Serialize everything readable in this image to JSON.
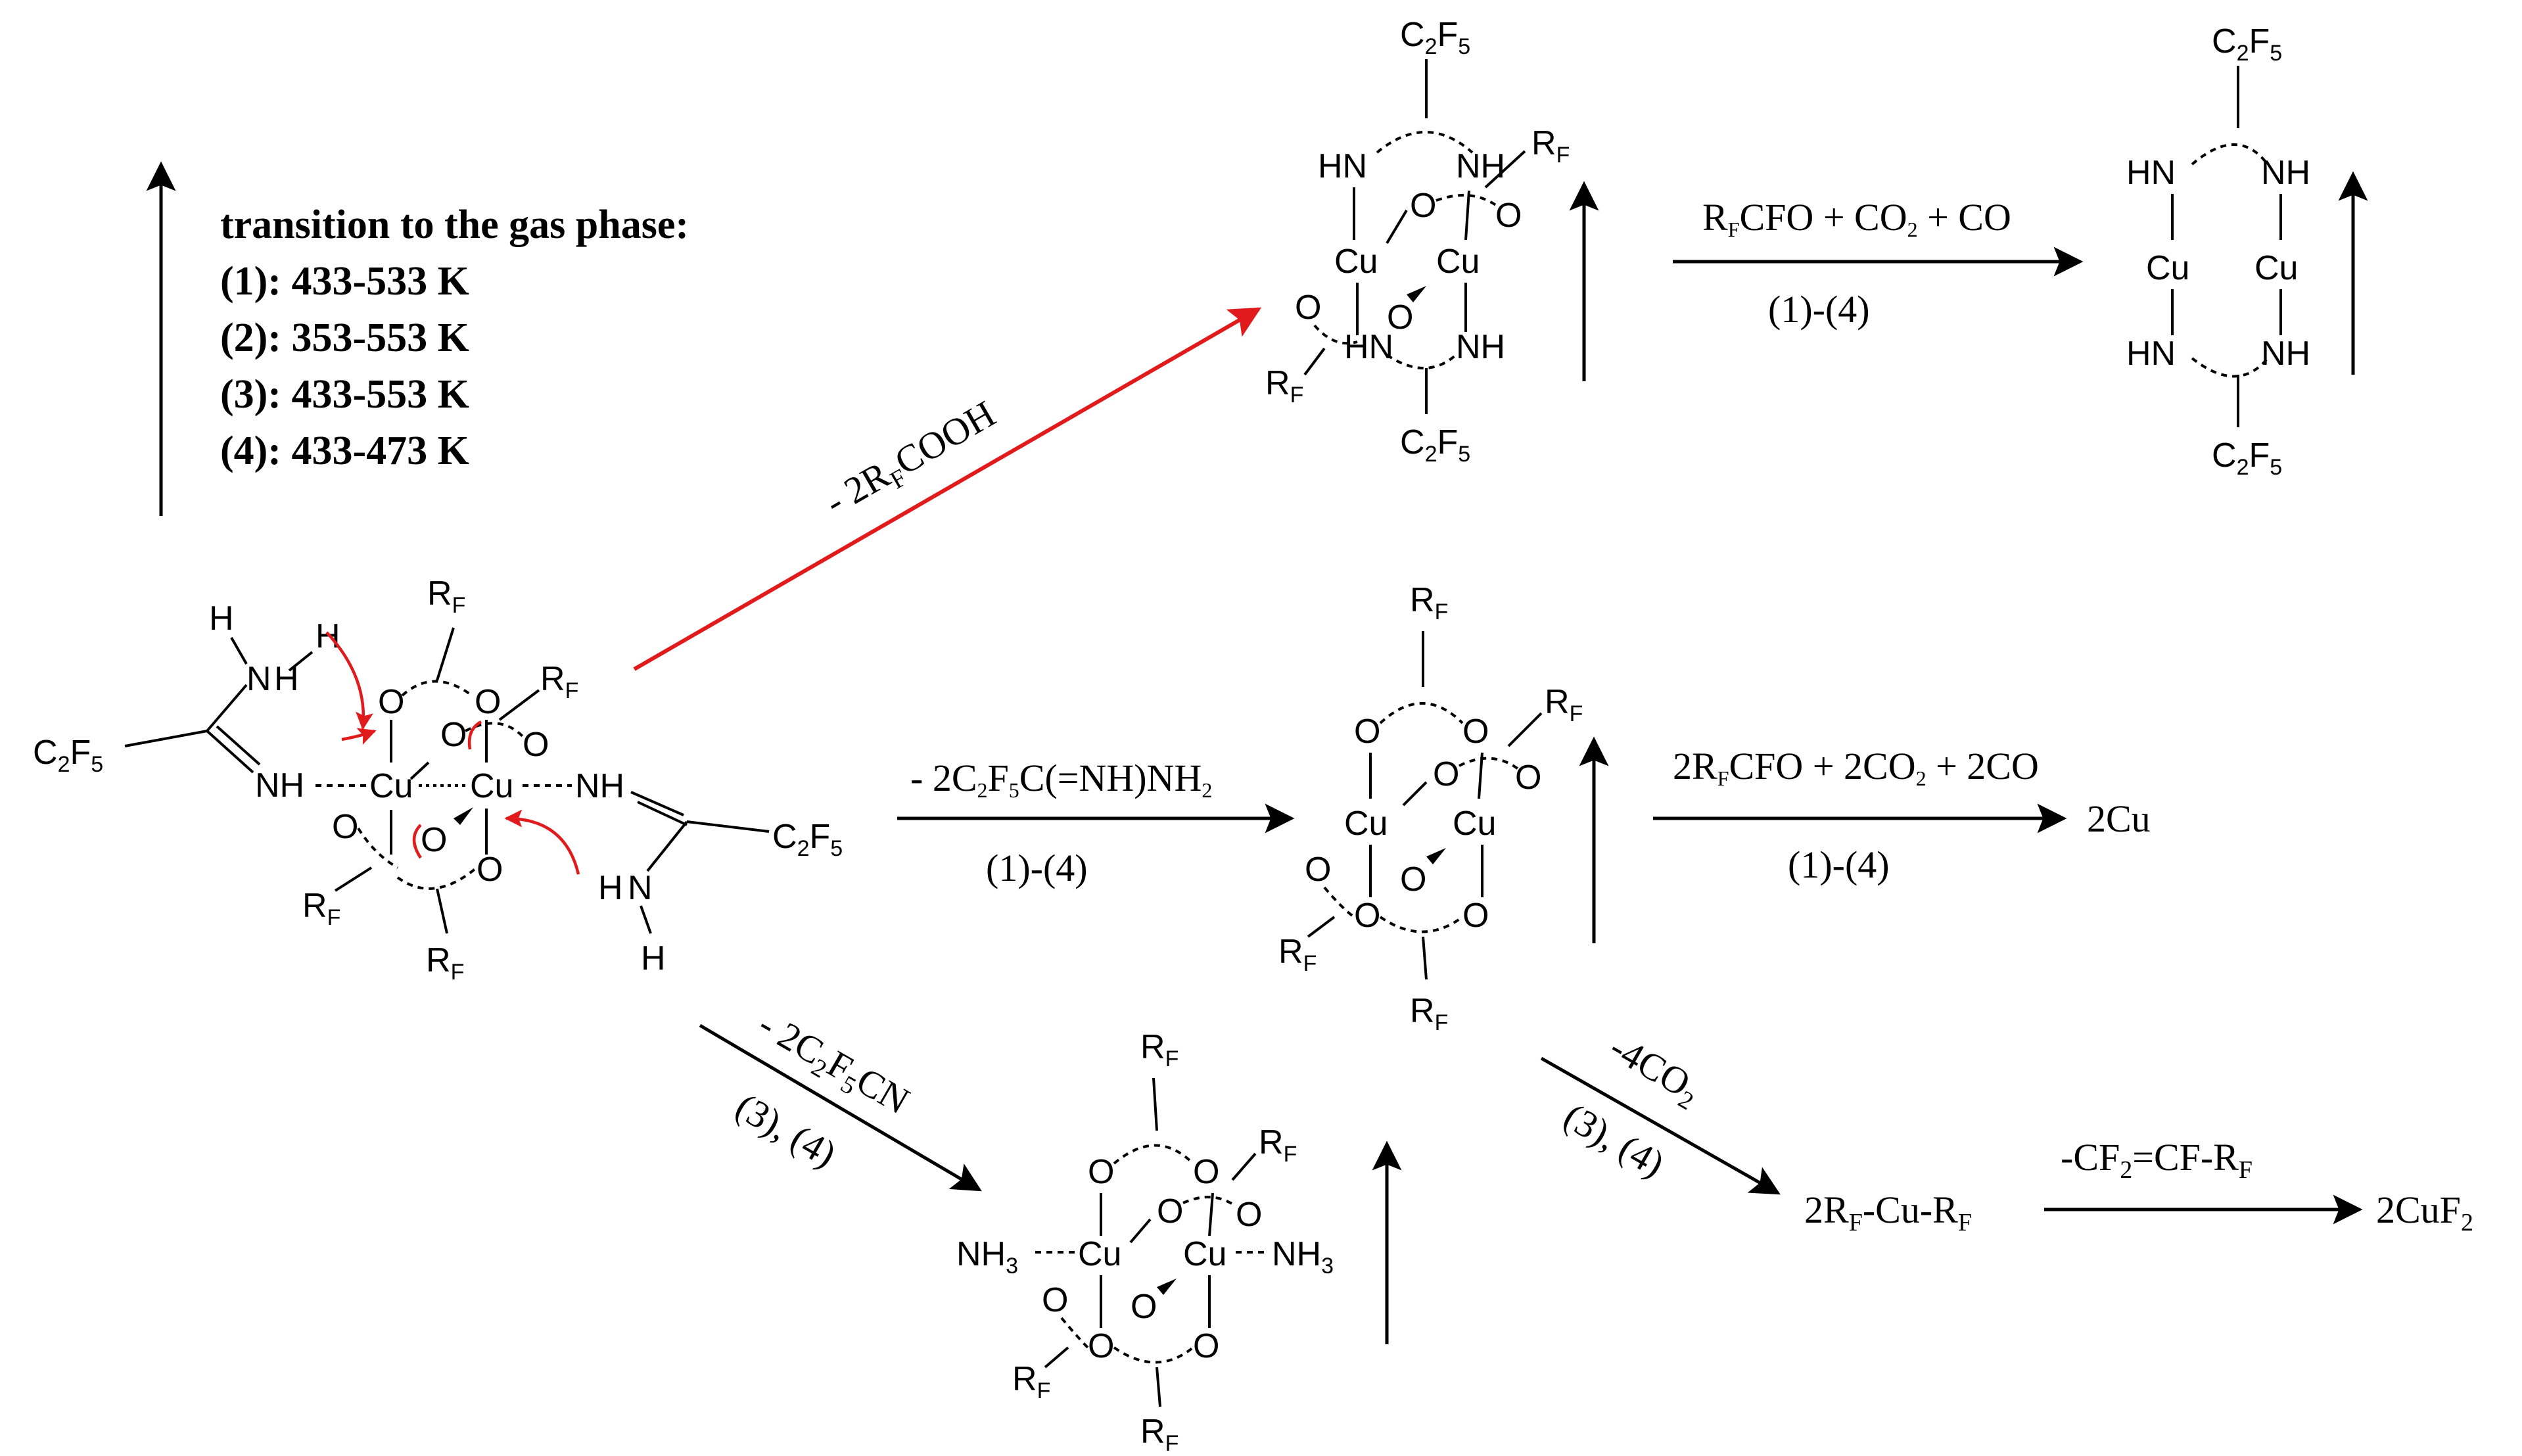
{
  "legend": {
    "title": "transition to the gas phase:",
    "items": [
      "(1): 433-533 K",
      "(2): 353-553 K",
      "(3): 433-553 K",
      "(4): 433-473 K"
    ]
  },
  "atoms": {
    "cu": "Cu",
    "o": "O",
    "hn": "HN",
    "nh": "NH",
    "h": "H",
    "n": "N",
    "rf": "R",
    "rf_sub": "F",
    "c2f5_a": "C",
    "c2f5_sub1": "2",
    "c2f5_b": "F",
    "c2f5_sub2": "5",
    "nh3_a": "NH",
    "nh3_sub": "3"
  },
  "conditions": {
    "red_arrow": {
      "pre": "- 2R",
      "sub": "F",
      "post": "COOH"
    },
    "top_arrow": {
      "p1": "R",
      "s1": "F",
      "p2": "CFO + CO",
      "s2": "2",
      "p3": " + CO",
      "below": "(1)-(4)"
    },
    "middle_arrow": {
      "p1": "- 2C",
      "s1": "2",
      "p2": "F",
      "s2": "5",
      "p3": "C(=NH)NH",
      "s3": "2",
      "below": "(1)-(4)"
    },
    "right_arrow": {
      "p1": "2R",
      "s1": "F",
      "p2": "CFO + 2CO",
      "s2": "2",
      "p3": " + 2CO",
      "below": "(1)-(4)"
    },
    "lower_left_arrow": {
      "p1": "- 2C",
      "s1": "2",
      "p2": "F",
      "s2": "5",
      "p3": "CN",
      "below": "(3), (4)"
    },
    "lower_right_arrow": {
      "p1": "-4CO",
      "s1": "2",
      "below": "(3), (4)"
    },
    "final_arrow": {
      "p1": "-CF",
      "s1": "2",
      "p2": "=CF-R",
      "s2": "F"
    }
  },
  "products": {
    "copper": "2Cu",
    "rf_cu_rf": {
      "p1": "2R",
      "s1": "F",
      "p2": "-Cu-R",
      "s2": "F"
    },
    "cuf2": {
      "p1": "2CuF",
      "s1": "2"
    }
  }
}
